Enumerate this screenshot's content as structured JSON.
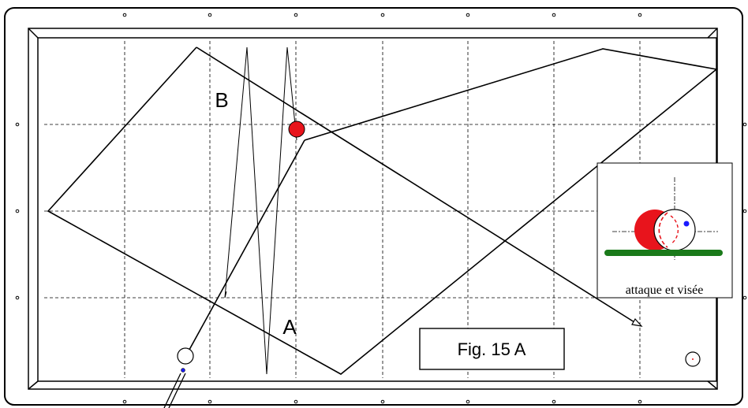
{
  "labels": {
    "point_a": "A",
    "point_b": "B",
    "figure_caption": "Fig. 15 A",
    "inset_caption": "attaque et visée"
  },
  "colors": {
    "table_border": "#000000",
    "object_ball": "#e8141c",
    "cue_tip_marker": "#1a1aff",
    "cushion_rail": "#1a7a1a",
    "contact_arc": "#e8141c"
  },
  "icons": {
    "cue_ball": "circle-icon",
    "object_ball": "red-ball-icon",
    "arrow_end": "arrowhead-icon"
  }
}
